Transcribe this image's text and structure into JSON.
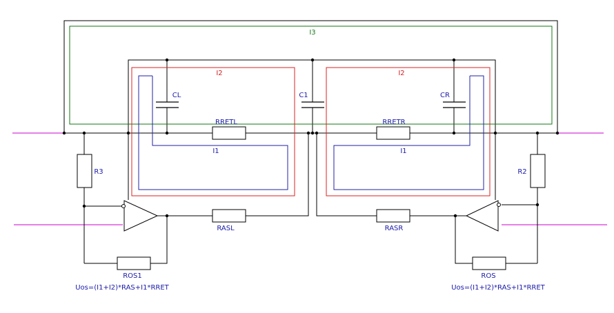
{
  "colors": {
    "wire": "#000000",
    "bus": "#cc00cc",
    "loop_i1": "#2222aa",
    "loop_i2": "#dd2222",
    "loop_i3": "#117711",
    "label": "#1a1aa8"
  },
  "labels": {
    "i3": "I3",
    "i2_left": "I2",
    "i2_right": "I2",
    "i1_left": "I1",
    "i1_right": "I1",
    "cl": "CL",
    "c1": "C1",
    "cr": "CR",
    "rretl": "RRETL",
    "rretr": "RRETR",
    "r3": "R3",
    "r2": "R2",
    "rasl": "RASL",
    "rasr": "RASR",
    "ros1": "ROS1",
    "ros": "ROS",
    "formula_left": "Uos=(I1+I2)*RAS+I1*RRET",
    "formula_right": "Uos=(I1+I2)*RAS+I1*RRET"
  }
}
